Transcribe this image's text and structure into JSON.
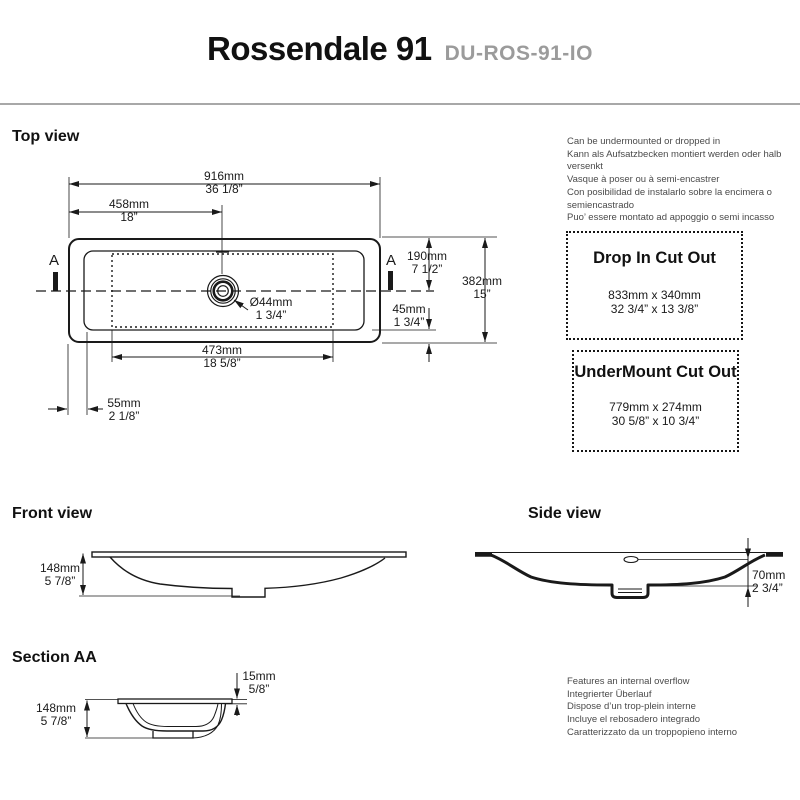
{
  "header": {
    "title": "Rossendale 91",
    "model": "DU-ROS-91-IO"
  },
  "sections": {
    "top_view": "Top view",
    "front_view": "Front view",
    "side_view": "Side view",
    "section_aa": "Section AA"
  },
  "notes_mounting": {
    "en": "Can be undermounted or dropped in",
    "de": "Kann als Aufsatzbecken montiert werden oder halb versenkt",
    "fr": "Vasque à poser ou à semi-encastrer",
    "es": "Con posibilidad de instalarlo sobre la encimera o semiencastrado",
    "it": "Puo’ essere montato ad appoggio o semi incasso"
  },
  "notes_overflow": {
    "en": "Features an internal overflow",
    "de": "Integrierter Überlauf",
    "fr": "Dispose d’un trop-plein interne",
    "es": "Incluye el rebosadero integrado",
    "it": "Caratterizzato da un troppopieno interno"
  },
  "cutouts": {
    "drop_in": {
      "title": "Drop In Cut Out",
      "mm": "833mm x 340mm",
      "inches": "32 3/4” x 13 3/8”"
    },
    "undermount": {
      "title": "UnderMount Cut Out",
      "mm": "779mm x 274mm",
      "inches": "30 5/8” x 10 3/4”"
    }
  },
  "dims": {
    "top": {
      "width": {
        "mm": "916mm",
        "in": "36 1/8”"
      },
      "half_width": {
        "mm": "458mm",
        "in": "18”"
      },
      "depth": {
        "mm": "382mm",
        "in": "15”"
      },
      "front_to_center": {
        "mm": "190mm",
        "in": "7 1/2”"
      },
      "back_gap": {
        "mm": "45mm",
        "in": "1 3/4”"
      },
      "drain": {
        "mm": "Ø44mm",
        "in": "1 3/4”"
      },
      "basin_width": {
        "mm": "473mm",
        "in": "18 5/8”"
      },
      "side_gap": {
        "mm": "55mm",
        "in": "2 1/8”"
      },
      "section_marker": "A"
    },
    "front": {
      "height": {
        "mm": "148mm",
        "in": "5 7/8”"
      }
    },
    "side": {
      "overflow_depth": {
        "mm": "70mm",
        "in": "2 3/4”"
      }
    },
    "section": {
      "rim": {
        "mm": "15mm",
        "in": "5/8”"
      },
      "height": {
        "mm": "148mm",
        "in": "5 7/8”"
      }
    }
  },
  "colors": {
    "line": "#1a1a1a",
    "subtitle": "#9b9b9b",
    "divider": "#a8a8a8"
  }
}
